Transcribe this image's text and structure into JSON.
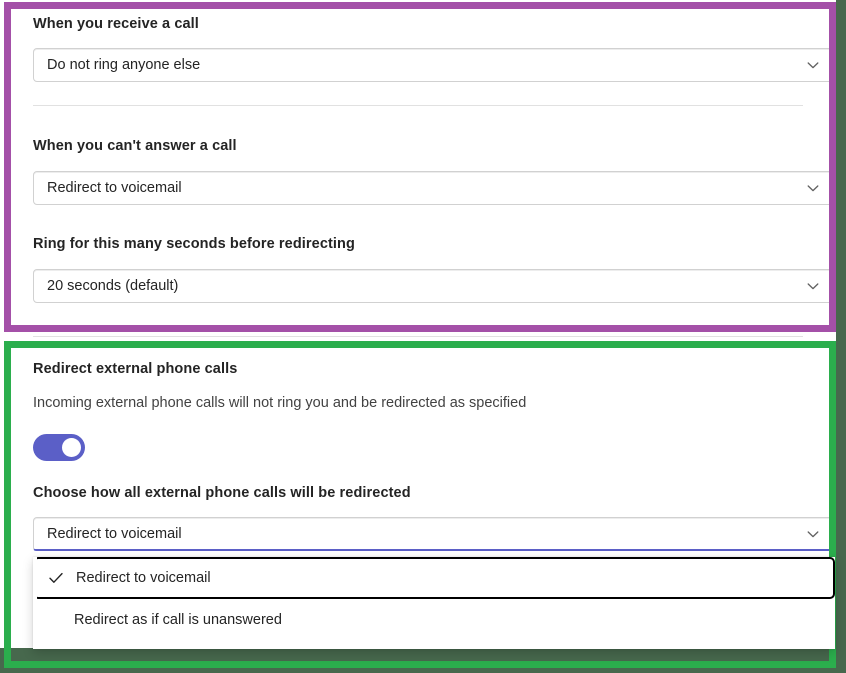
{
  "colors": {
    "annotation_purple": "#a450a8",
    "annotation_green": "#2bae4d",
    "page_background": "#47684d",
    "accent": "#5b5fc7",
    "focus_outline": "#000000",
    "field_border": "#d1d1d1",
    "divider": "#e1e1e1",
    "text_primary": "#242424",
    "text_secondary": "#424242"
  },
  "call_answering": {
    "receive_call": {
      "label": "When you receive a call",
      "value": "Do not ring anyone else",
      "chevron": "chevron-down-icon"
    },
    "cant_answer": {
      "label": "When you can't answer a call",
      "value": "Redirect to voicemail",
      "chevron": "chevron-down-icon"
    },
    "ring_seconds": {
      "label": "Ring for this many seconds before redirecting",
      "value": "20 seconds (default)",
      "chevron": "chevron-down-icon"
    }
  },
  "redirect_external": {
    "heading": "Redirect external phone calls",
    "description": "Incoming external phone calls will not ring you and be redirected as specified",
    "toggle": {
      "state": "on",
      "name": "redirect-external-toggle"
    },
    "choose_label": "Choose how all external phone calls will be redirected",
    "select": {
      "value": "Redirect to voicemail",
      "chevron": "chevron-down-icon",
      "expanded": "true"
    },
    "dropdown_options": [
      {
        "label": "Redirect to voicemail",
        "selected": true,
        "icon": "checkmark-icon"
      },
      {
        "label": "Redirect as if call is unanswered",
        "selected": false,
        "icon": ""
      },
      {
        "label": "",
        "selected": false,
        "icon": ""
      }
    ]
  }
}
